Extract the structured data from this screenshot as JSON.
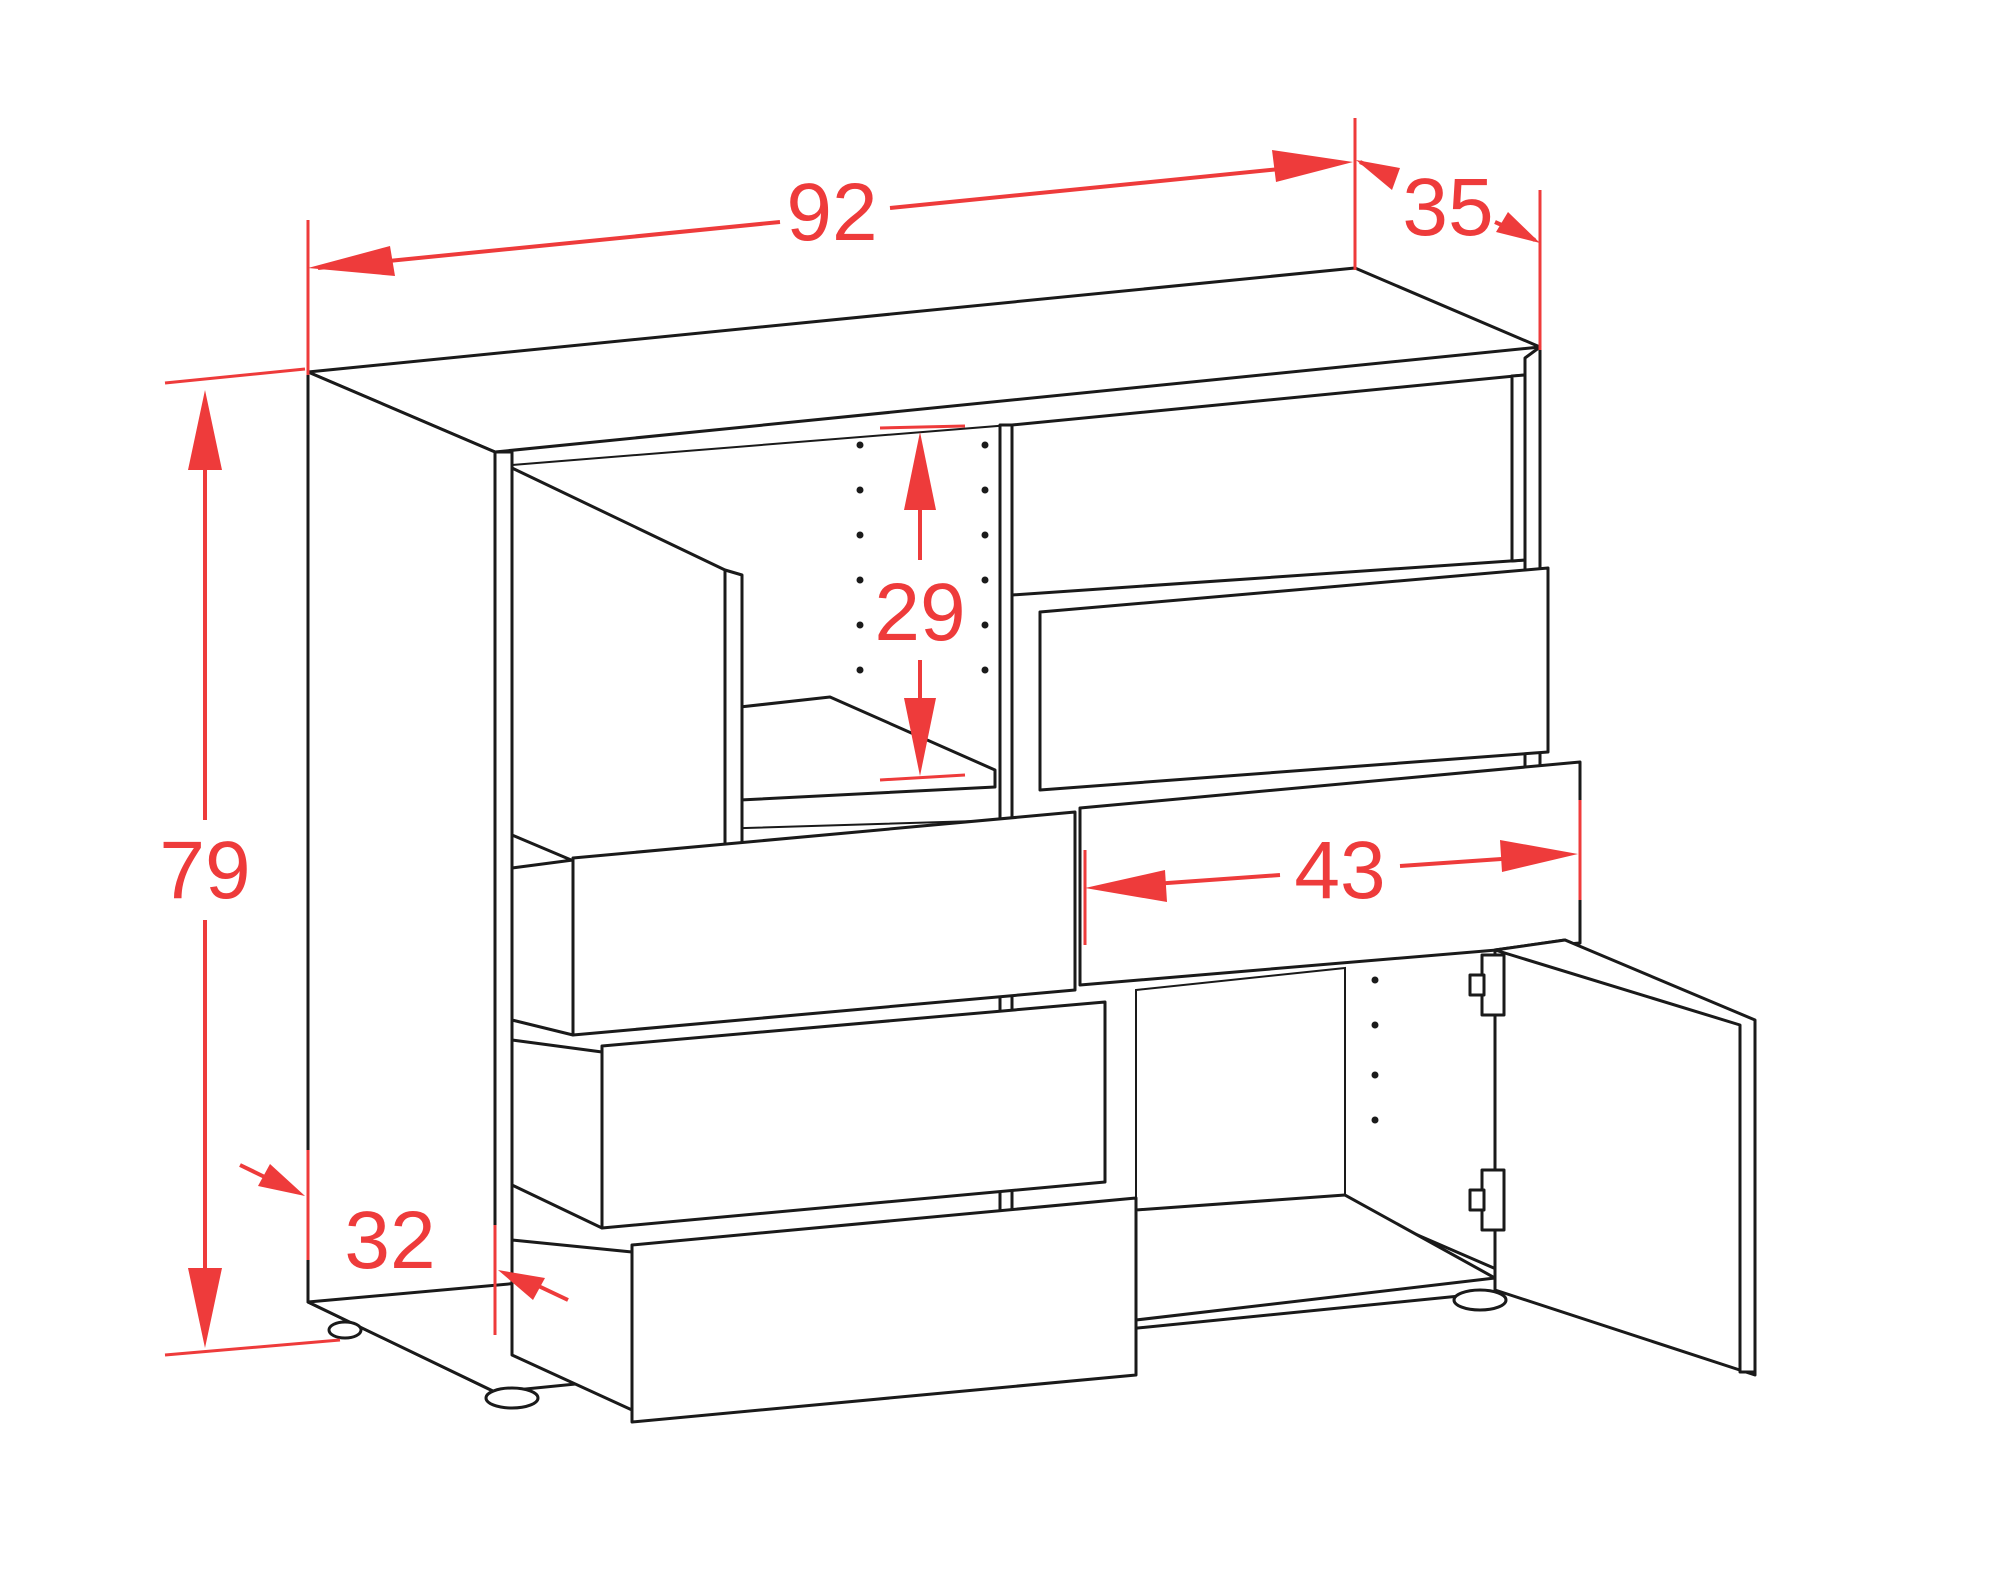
{
  "dimensions": {
    "width": "92",
    "depth": "35",
    "height": "79",
    "compartment_height": "29",
    "drawer_width": "43",
    "side_depth": "32"
  },
  "colors": {
    "dimension": "#ee3b3b",
    "outline": "#1a1a1a",
    "background": "#ffffff"
  }
}
